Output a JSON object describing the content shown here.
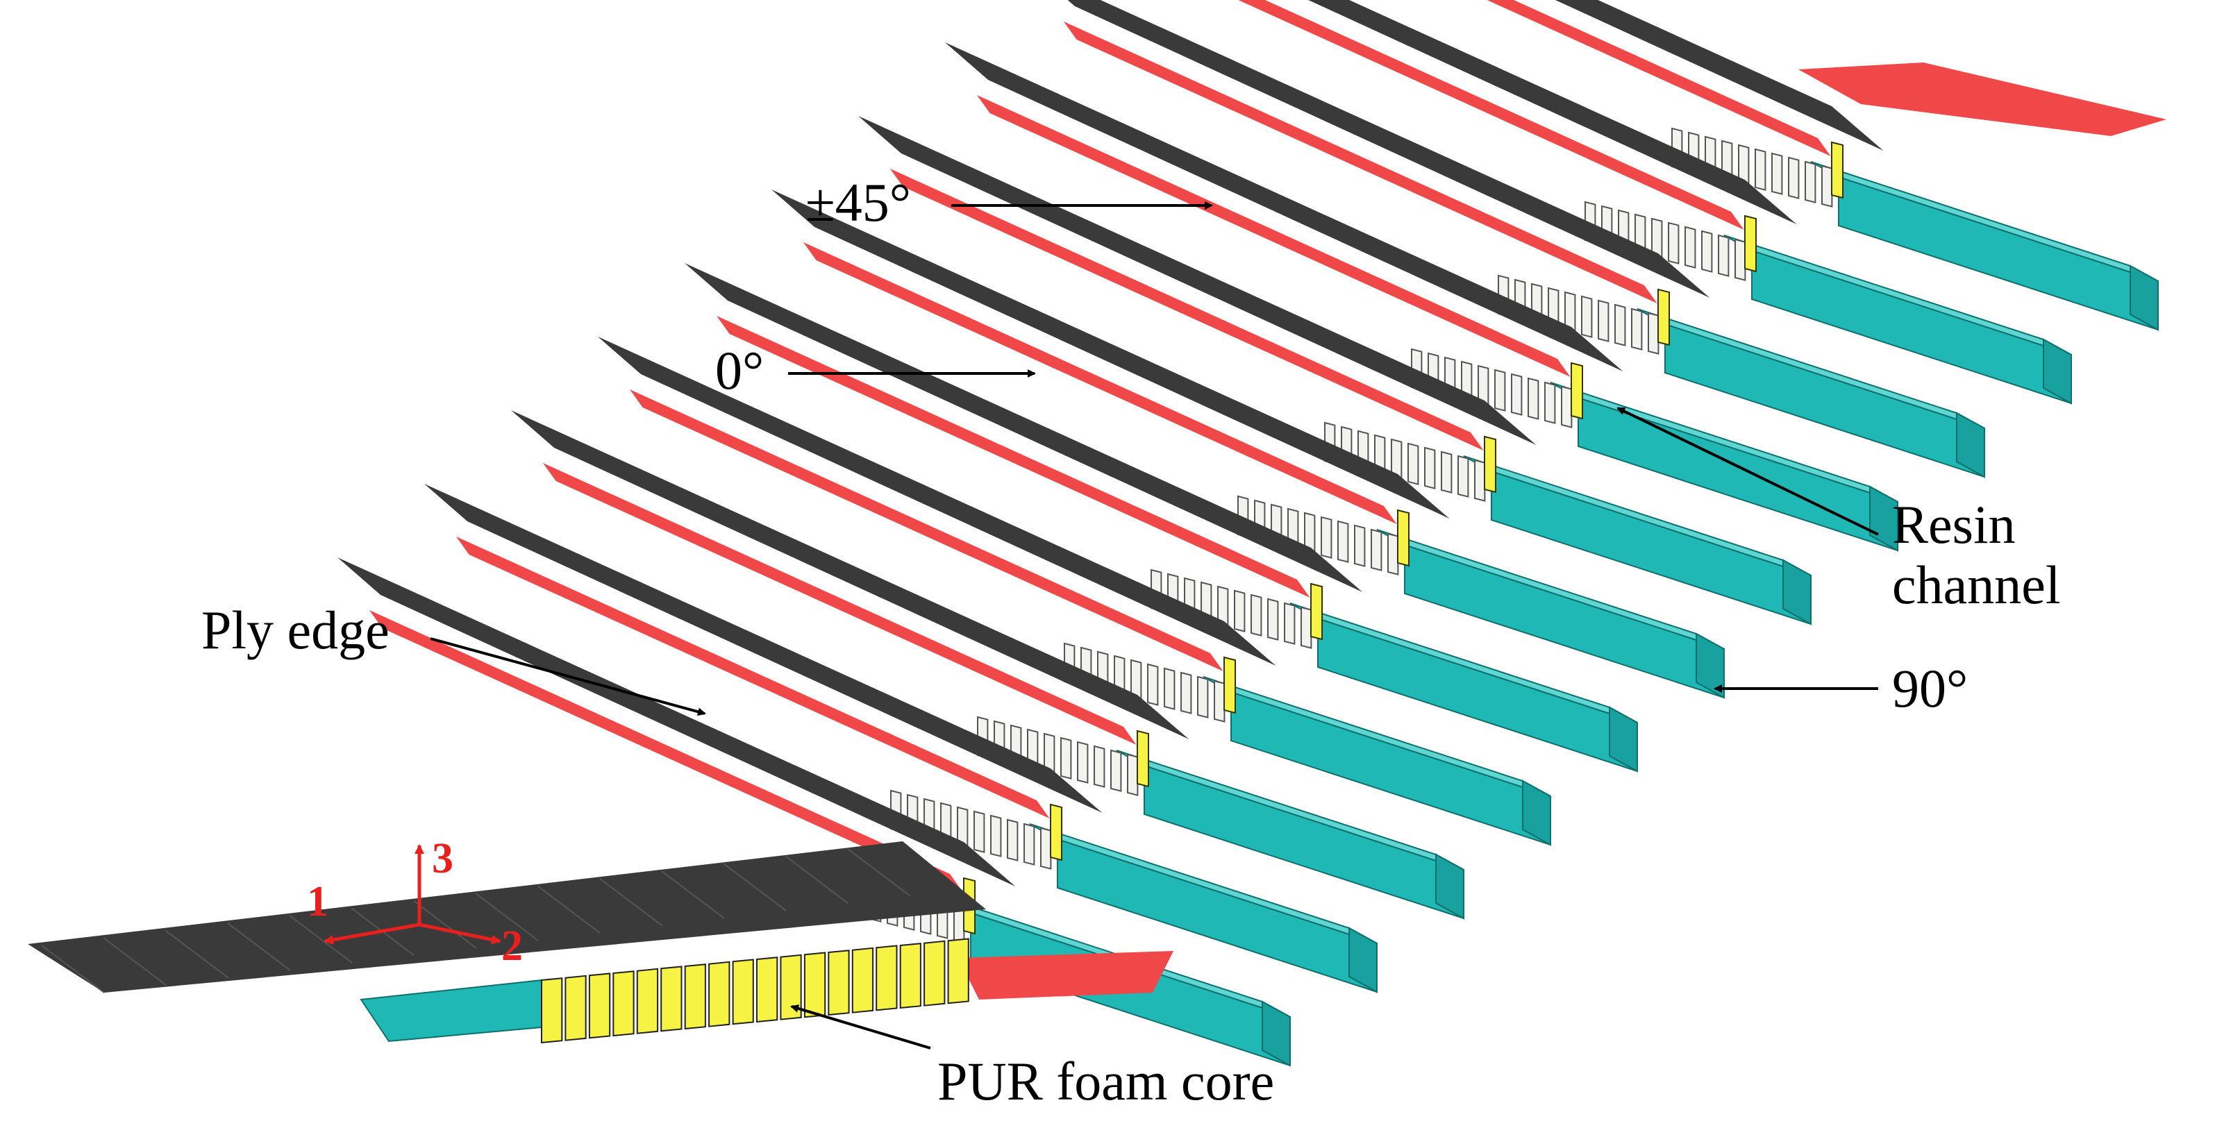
{
  "labels": {
    "plus_minus_45": "±45°",
    "zero_deg": "0°",
    "ply_edge": "Ply edge",
    "resin_channel_line1": "Resin",
    "resin_channel_line2": "channel",
    "ninety_deg": "90°",
    "foam_core": "PUR foam core"
  },
  "axes": {
    "axis1": "1",
    "axis2": "2",
    "axis3": "3"
  },
  "layer_steps": 11,
  "colors": {
    "carbon_ply": "#3a3a3a",
    "resin_ply": "#f04848",
    "glass_ply": "#1fb8b4",
    "foam_core": "#f6f345",
    "web": "#f2f2ee",
    "axis": "#e8201e",
    "text": "#000000"
  }
}
